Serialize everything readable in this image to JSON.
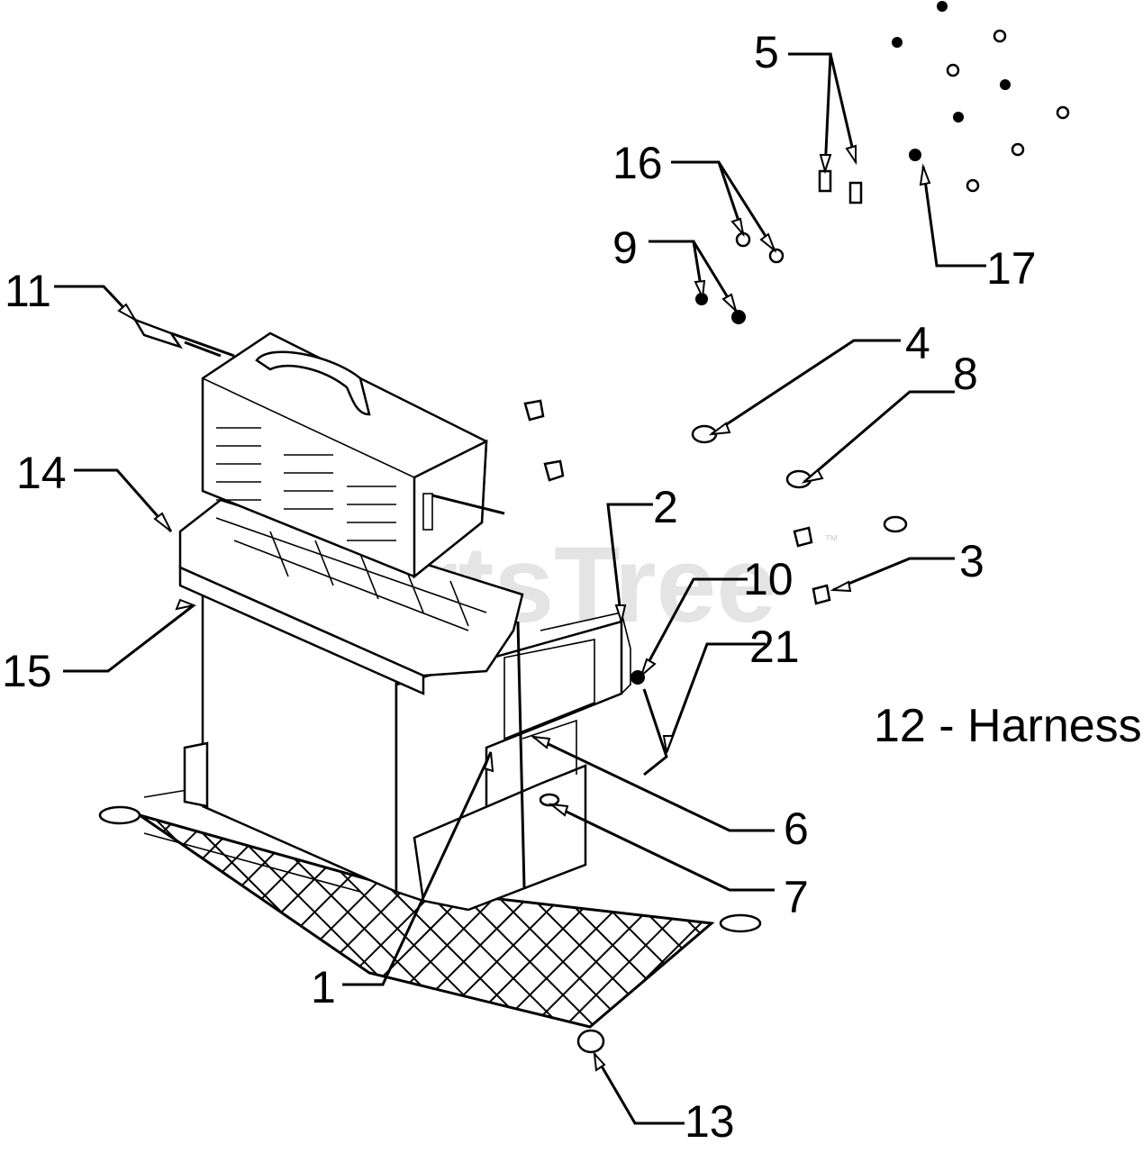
{
  "callouts": {
    "c1": "1",
    "c2": "2",
    "c3": "3",
    "c4": "4",
    "c5": "5",
    "c6": "6",
    "c7": "7",
    "c8": "8",
    "c9": "9",
    "c10": "10",
    "c11": "11",
    "c13": "13",
    "c14": "14",
    "c15": "15",
    "c16": "16",
    "c17": "17",
    "c21": "21"
  },
  "harness_note": "12 - Harness",
  "watermark": {
    "text": "PartsTree",
    "tm": "™"
  }
}
